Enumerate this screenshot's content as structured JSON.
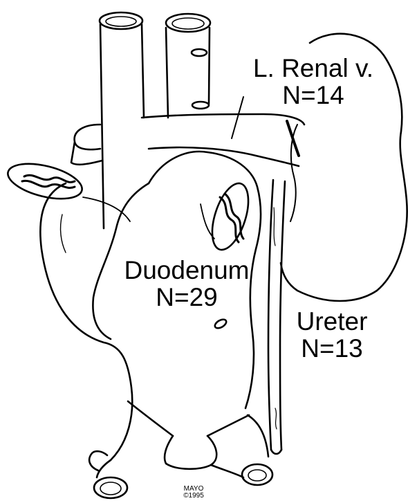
{
  "labels": {
    "renal_title": "L. Renal v.",
    "renal_count": "N=14",
    "duodenum_title": "Duodenum",
    "duodenum_count": "N=29",
    "ureter_title": "Ureter",
    "ureter_count": "N=13"
  },
  "credit": {
    "name": "MAYO",
    "year": "©1995"
  },
  "colors": {
    "ink": "#000000",
    "paper": "#ffffff"
  }
}
